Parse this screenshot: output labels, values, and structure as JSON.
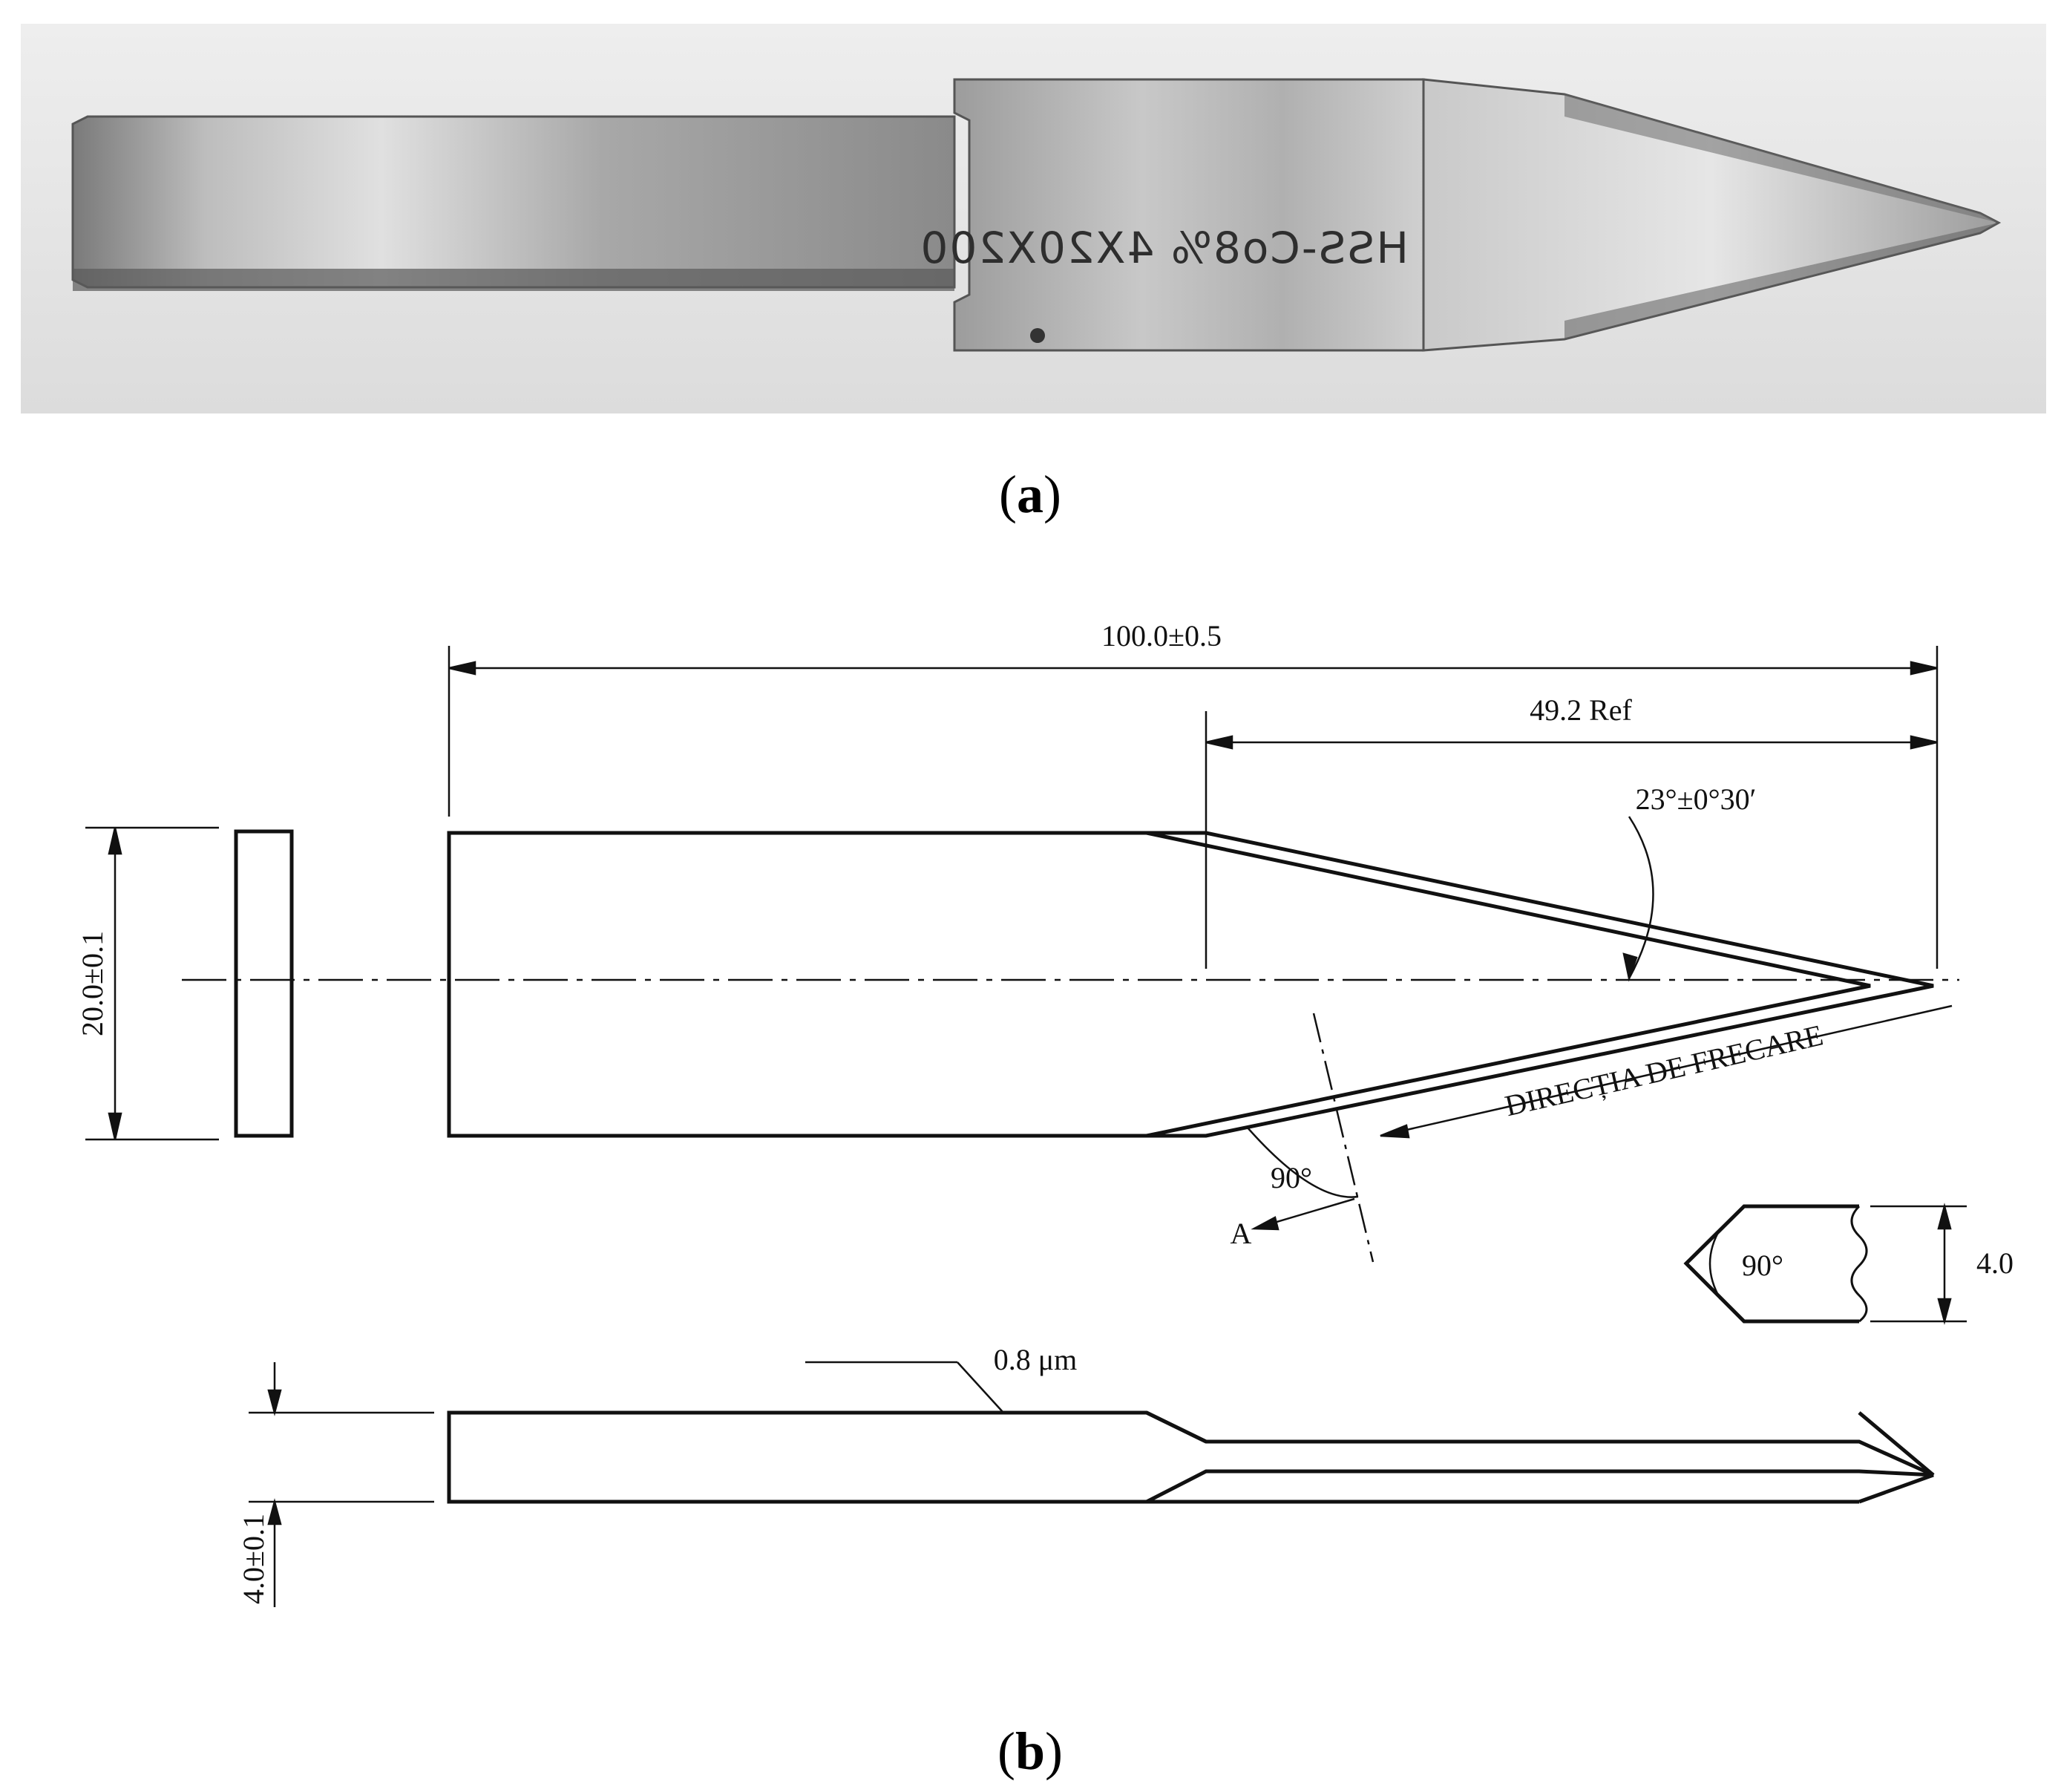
{
  "panels": {
    "a": {
      "paren_open": "(",
      "letter": "a",
      "paren_close": ")"
    },
    "b": {
      "paren_open": "(",
      "letter": "b",
      "paren_close": ")"
    }
  },
  "photo": {
    "engraving": "HSS-Co8% 4X20X200"
  },
  "drawing": {
    "overall_length": "100.0±0.5",
    "tip_length": "49.2 Ref",
    "tip_angle": "23°±0°30′",
    "width": "20.0±0.1",
    "friction_direction": "DIRECȚIA DE FRECARE",
    "bevel_angle": "90°",
    "section_marker": "A",
    "section_angle": "90°",
    "section_height": "4.0",
    "roughness": "0.8 μm",
    "thickness": "4.0±0.1"
  },
  "colors": {
    "line": "#111111",
    "metal_light": "#d9d9d9",
    "metal_dark": "#6f6f6f",
    "background_photo": "#e7e7e7"
  }
}
